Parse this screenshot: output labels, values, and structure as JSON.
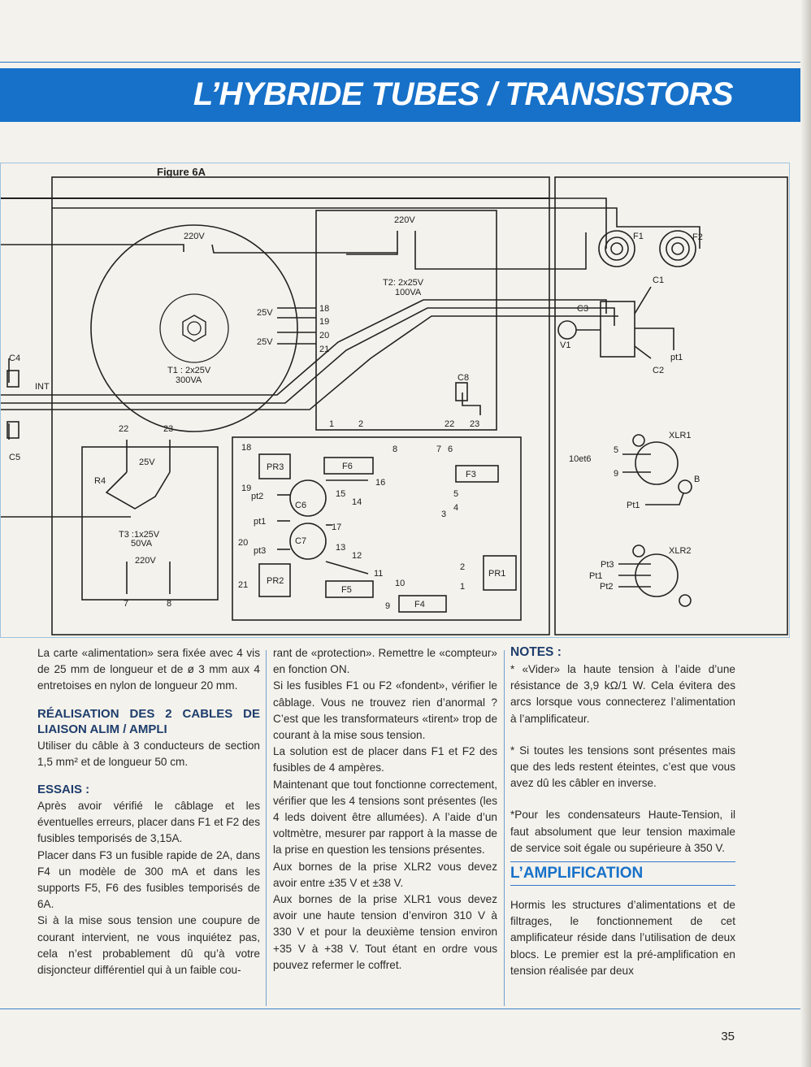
{
  "header": {
    "title": "L’HYBRIDE TUBES / TRANSISTORS"
  },
  "figure": {
    "caption": "Figure 6A",
    "labels": {
      "t1_220": "220V",
      "t1_25a": "25V",
      "t1_25b": "25V",
      "t1_name": "T1 : 2x25V",
      "t1_va": "300VA",
      "t2_220": "220V",
      "t2_name": "T2: 2x25V",
      "t2_va": "100VA",
      "n18": "18",
      "n19": "19",
      "n20": "20",
      "n21": "21",
      "n1": "1",
      "n2": "2",
      "n22": "22",
      "n23": "23",
      "c8": "C8",
      "c4": "C4",
      "c5": "C5",
      "int": "INT",
      "t3_22": "22",
      "t3_23": "23",
      "t3_25": "25V",
      "r4": "R4",
      "t3_name": "T3 :1x25V",
      "t3_va": "50VA",
      "t3_220": "220V",
      "t3_7": "7",
      "t3_8": "8",
      "f1": "F1",
      "f2": "F2",
      "c1": "C1",
      "c2": "C2",
      "c3": "C3",
      "v1": "V1",
      "pt1": "pt1",
      "xlr1": "XLR1",
      "xlr2": "XLR2",
      "tenetsix": "10et6",
      "x5": "5",
      "x9": "9",
      "b": "B",
      "pt1b": "Pt1",
      "pt3b": "Pt3",
      "pt1c": "Pt1",
      "pt2b": "Pt2",
      "pr1": "PR1",
      "pr2": "PR2",
      "pr3": "PR3",
      "f3": "F3",
      "f4": "F4",
      "f5": "F5",
      "f6": "F6",
      "c6": "C6",
      "c7": "C7",
      "p18": "18",
      "p19": "19",
      "pt2": "pt2",
      "p20": "20",
      "pt3": "pt3",
      "p21": "21",
      "p16": "16",
      "p15": "15",
      "p14": "14",
      "p17": "17",
      "p13": "13",
      "p12": "12",
      "p11": "11",
      "p10": "10",
      "p9": "9",
      "p8": "8",
      "p7": "7",
      "p6": "6",
      "p5": "5",
      "p4": "4",
      "p3": "3",
      "p2": "2",
      "p1": "1"
    }
  },
  "col1": {
    "p1": "La carte «alimentation» sera fixée avec 4 vis de 25 mm de longueur et de ø 3 mm aux 4 entretoises en nylon de longueur 20 mm.",
    "h1": "RÉALISATION DES 2 CABLES DE LIAISON ALIM / AMPLI",
    "p2": "Utiliser du câble à 3 conducteurs de section 1,5 mm² et de longueur 50 cm.",
    "h2": "ESSAIS :",
    "p3": "Après avoir vérifié le câblage et les éventuelles erreurs, placer dans F1 et F2 des fusibles temporisés de 3,15A.",
    "p4": "Placer dans F3 un fusible rapide de 2A, dans F4 un modèle de 300 mA et dans les supports F5, F6 des fusibles temporisés de 6A.",
    "p5": "Si à la mise sous tension une coupure de courant intervient, ne vous inquiétez pas, cela n’est probablement dû qu’à votre disjoncteur différentiel qui à un faible cou-"
  },
  "col2": {
    "p1": "rant de «protection». Remettre le «compteur» en fonction ON.",
    "p2": "Si les fusibles F1 ou F2 «fondent», vérifier le câblage. Vous ne trouvez rien d’anormal ? C’est que les transformateurs «tirent» trop de courant à la mise sous tension.",
    "p3": "La solution est de placer dans F1 et F2 des fusibles de 4 ampères.",
    "p4": "Maintenant que tout fonctionne correctement, vérifier que les 4 tensions sont présentes (les 4 leds doivent être allumées). A l’aide d’un voltmètre, mesurer par rapport à la masse de la prise en question les tensions présentes.",
    "p5": "Aux bornes de la prise XLR2 vous devez avoir entre ±35 V et ±38 V.",
    "p6": "Aux bornes de la prise XLR1 vous devez avoir une haute tension d’environ 310 V à 330 V et pour la deuxième tension environ +35 V à +38 V. Tout étant en ordre vous pouvez refermer le coffret."
  },
  "col3": {
    "h1": "NOTES :",
    "n1": "* «Vider» la haute tension à l’aide d’une résistance de 3,9 kΩ/1 W. Cela évitera des arcs lorsque vous connecterez l’alimentation à l’amplificateur.",
    "n2": "* Si toutes les tensions sont présentes mais que des leds restent éteintes, c’est que vous avez dû les câbler en inverse.",
    "n3": "*Pour les condensateurs Haute-Tension, il faut absolument que leur tension maximale de service soit égale ou supérieure à 350 V.",
    "h2": "L’AMPLIFICATION",
    "p1": "Hormis les structures d’alimentations et de filtrages, le fonctionnement de cet amplificateur réside dans l’utilisation de deux blocs. Le premier est la pré-amplification en tension réalisée par deux"
  },
  "footer": {
    "page_number": "35"
  },
  "colors": {
    "banner": "#1771c9",
    "heading": "#1e3d6c",
    "accent": "#1771c9"
  }
}
